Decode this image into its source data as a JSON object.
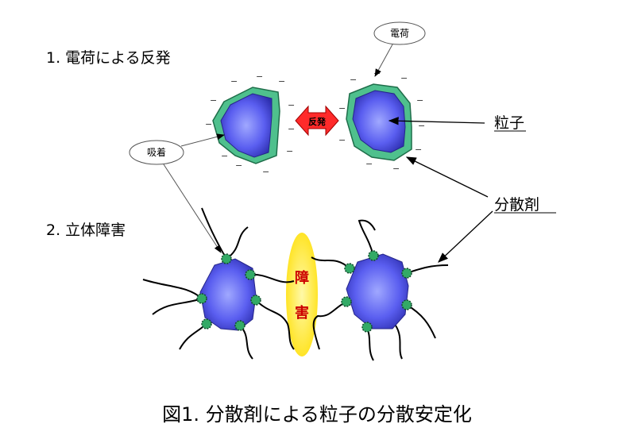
{
  "labels": {
    "section1": "1. 電荷による反発",
    "section2": "2. 立体障害",
    "charge": "電荷",
    "adsorption": "吸着",
    "repulsion": "反発",
    "particle": "粒子",
    "dispersant": "分散剤",
    "barrier_top": "障",
    "barrier_bottom": "害",
    "caption": "図1. 分散剤による粒子の分散安定化"
  },
  "charge_symbol": "−",
  "colors": {
    "particle_core": "#6666ff",
    "particle_edge": "#3333aa",
    "charge_layer": "#55bb88",
    "charge_layer_edge": "#227755",
    "repulsion_arrow": "#ff2222",
    "barrier": "#ffee33",
    "barrier_text": "#cc0000",
    "anchor": "#33aa66"
  },
  "icons": {
    "repulsion": "double-arrow-icon",
    "anchor": "spiky-anchor-icon"
  }
}
